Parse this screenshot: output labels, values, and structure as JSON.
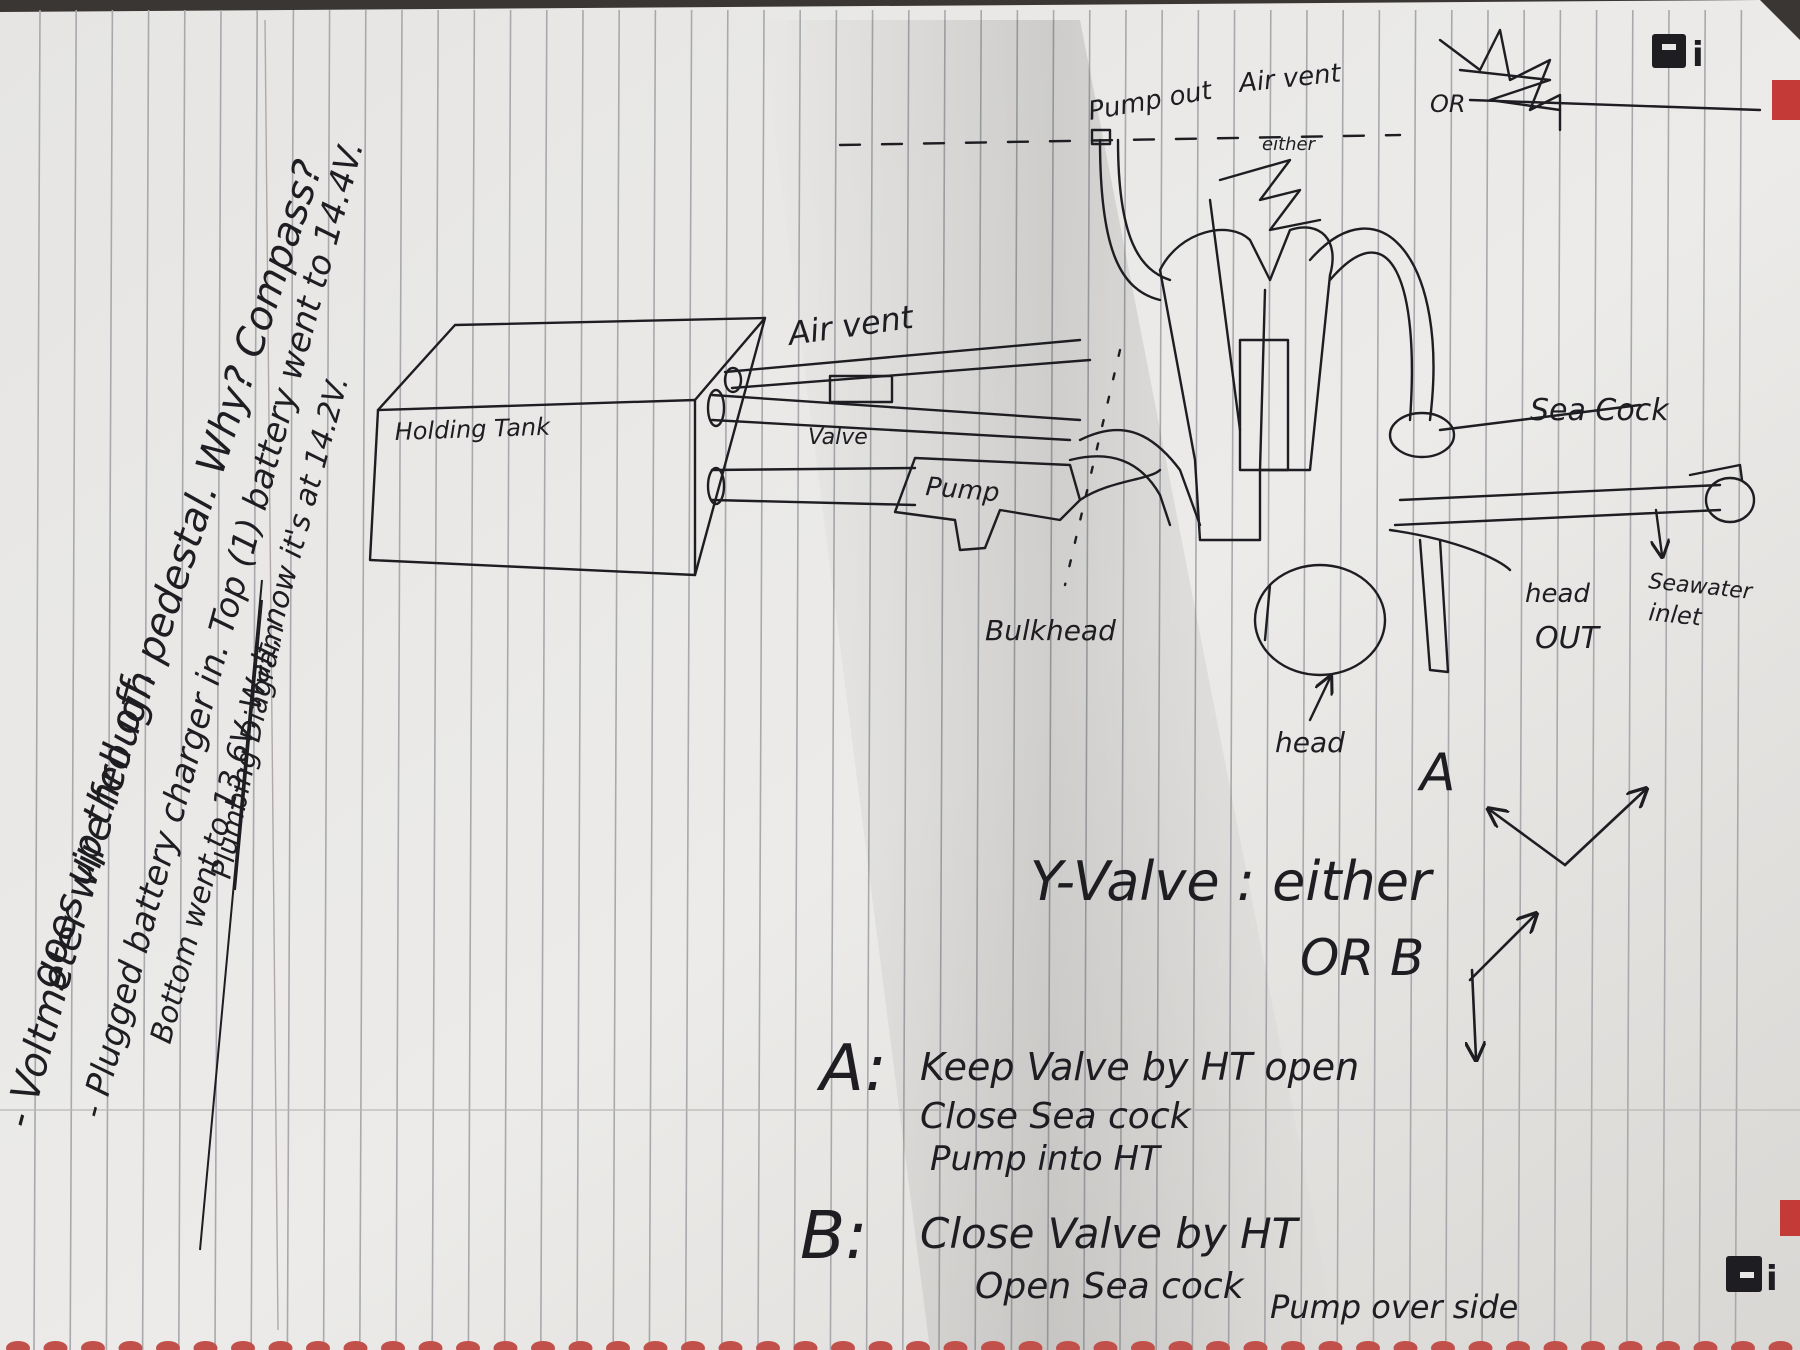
{
  "notes": {
    "line1": "goes up through pedestal. Why? Compass?",
    "line2": "- Voltmeter wire fell off.",
    "line3": "- Plugged battery charger in. Top (1) battery went to 14.4V.",
    "line4": "Bottom went to 13.6V. Wait, now it's at 14.2V.",
    "line5": "Plumbing Diagram"
  },
  "diagram": {
    "holding_tank": "Holding Tank",
    "air_vent_left": "Air vent",
    "valve": "Valve",
    "pump": "Pump",
    "bulkhead": "Bulkhead",
    "pump_out": "Pump out",
    "air_vent_top": "Air vent",
    "either": "either",
    "or_top": "OR",
    "sea_cock": "Sea Cock",
    "head_out_1": "head",
    "head_out_2": "OUT",
    "seawater_1": "Seawater",
    "seawater_2": "inlet",
    "head": "head"
  },
  "yvalve": {
    "title": "Y-Valve : either",
    "a_label": "A",
    "or_b": "OR B"
  },
  "instructions": {
    "a_prefix": "A:",
    "a1": "Keep Valve by HT open",
    "a2": "Close Sea cock",
    "a3": "Pump into HT",
    "b_prefix": "B:",
    "b1": "Close Valve by HT",
    "b2": "Open Sea cock",
    "b3": "Pump over side"
  },
  "logo": "Di",
  "colors": {
    "paper": "#e9e8e6",
    "ink": "#1d1d22",
    "rule": "#a8a9ad"
  }
}
